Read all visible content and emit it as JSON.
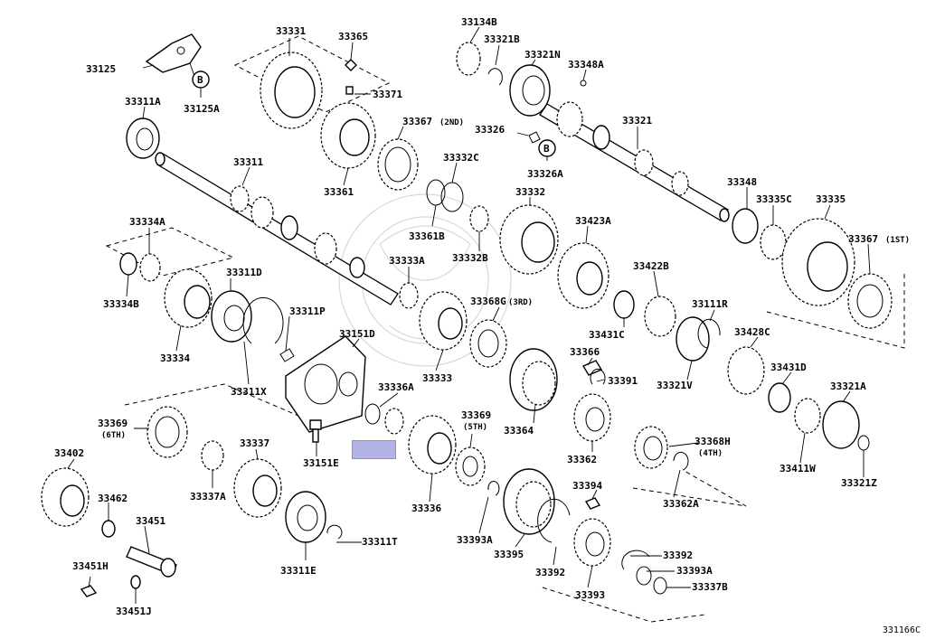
{
  "diagram": {
    "reference_code": "331166C",
    "callout_letter": "B",
    "highlight_color": "#b3b3e6",
    "labels": [
      {
        "id": "33125",
        "text": "33125"
      },
      {
        "id": "33125A",
        "text": "33125A"
      },
      {
        "id": "33331",
        "text": "33331"
      },
      {
        "id": "33365",
        "text": "33365"
      },
      {
        "id": "33371",
        "text": "33371"
      },
      {
        "id": "33311A",
        "text": "33311A"
      },
      {
        "id": "33311",
        "text": "33311"
      },
      {
        "id": "33361",
        "text": "33361"
      },
      {
        "id": "33367-2nd",
        "text": "33367",
        "sub": "(2ND)"
      },
      {
        "id": "33361B",
        "text": "33361B"
      },
      {
        "id": "33332C",
        "text": "33332C"
      },
      {
        "id": "33332",
        "text": "33332"
      },
      {
        "id": "33332B",
        "text": "33332B"
      },
      {
        "id": "33134B",
        "text": "33134B"
      },
      {
        "id": "33321B",
        "text": "33321B"
      },
      {
        "id": "33321N",
        "text": "33321N"
      },
      {
        "id": "33348A",
        "text": "33348A"
      },
      {
        "id": "33321",
        "text": "33321"
      },
      {
        "id": "33326",
        "text": "33326"
      },
      {
        "id": "33326A",
        "text": "33326A"
      },
      {
        "id": "33348",
        "text": "33348"
      },
      {
        "id": "33335C",
        "text": "33335C"
      },
      {
        "id": "33335",
        "text": "33335"
      },
      {
        "id": "33367-1st",
        "text": "33367",
        "sub": "(1ST)"
      },
      {
        "id": "33334A",
        "text": "33334A"
      },
      {
        "id": "33334B",
        "text": "33334B"
      },
      {
        "id": "33311D",
        "text": "33311D"
      },
      {
        "id": "33334",
        "text": "33334"
      },
      {
        "id": "33333A",
        "text": "33333A"
      },
      {
        "id": "33423A",
        "text": "33423A"
      },
      {
        "id": "33422B",
        "text": "33422B"
      },
      {
        "id": "33111R",
        "text": "33111R"
      },
      {
        "id": "33311P",
        "text": "33311P"
      },
      {
        "id": "33151D",
        "text": "33151D"
      },
      {
        "id": "33368G",
        "text": "33368G",
        "sub": "(3RD)"
      },
      {
        "id": "33431C",
        "text": "33431C"
      },
      {
        "id": "33428C",
        "text": "33428C"
      },
      {
        "id": "33311X",
        "text": "33311X"
      },
      {
        "id": "33333",
        "text": "33333"
      },
      {
        "id": "33366",
        "text": "33366"
      },
      {
        "id": "33391",
        "text": "33391"
      },
      {
        "id": "33321V",
        "text": "33321V"
      },
      {
        "id": "33431D",
        "text": "33431D"
      },
      {
        "id": "33336A",
        "text": "33336A"
      },
      {
        "id": "33321A",
        "text": "33321A"
      },
      {
        "id": "33369-6th",
        "text": "33369",
        "sub": "(6TH)"
      },
      {
        "id": "33369-5th",
        "text": "33369",
        "sub": "(5TH)"
      },
      {
        "id": "33364",
        "text": "33364"
      },
      {
        "id": "33362",
        "text": "33362"
      },
      {
        "id": "33368H",
        "text": "33368H",
        "sub": "(4TH)"
      },
      {
        "id": "33411W",
        "text": "33411W"
      },
      {
        "id": "33321Z",
        "text": "33321Z"
      },
      {
        "id": "33402",
        "text": "33402"
      },
      {
        "id": "33337",
        "text": "33337"
      },
      {
        "id": "33151E",
        "text": "33151E"
      },
      {
        "id": "33336",
        "text": "33336"
      },
      {
        "id": "33362A",
        "text": "33362A"
      },
      {
        "id": "33462",
        "text": "33462"
      },
      {
        "id": "33337A",
        "text": "33337A"
      },
      {
        "id": "33394",
        "text": "33394"
      },
      {
        "id": "33451",
        "text": "33451"
      },
      {
        "id": "33393A",
        "text": "33393A"
      },
      {
        "id": "33395",
        "text": "33395"
      },
      {
        "id": "33311T",
        "text": "33311T"
      },
      {
        "id": "33392",
        "text": "33392"
      },
      {
        "id": "33392b",
        "text": "33392"
      },
      {
        "id": "33393A-b",
        "text": "33393A"
      },
      {
        "id": "33451H",
        "text": "33451H"
      },
      {
        "id": "33311E",
        "text": "33311E"
      },
      {
        "id": "33393",
        "text": "33393"
      },
      {
        "id": "33337B",
        "text": "33337B"
      },
      {
        "id": "33451J",
        "text": "33451J"
      }
    ]
  }
}
